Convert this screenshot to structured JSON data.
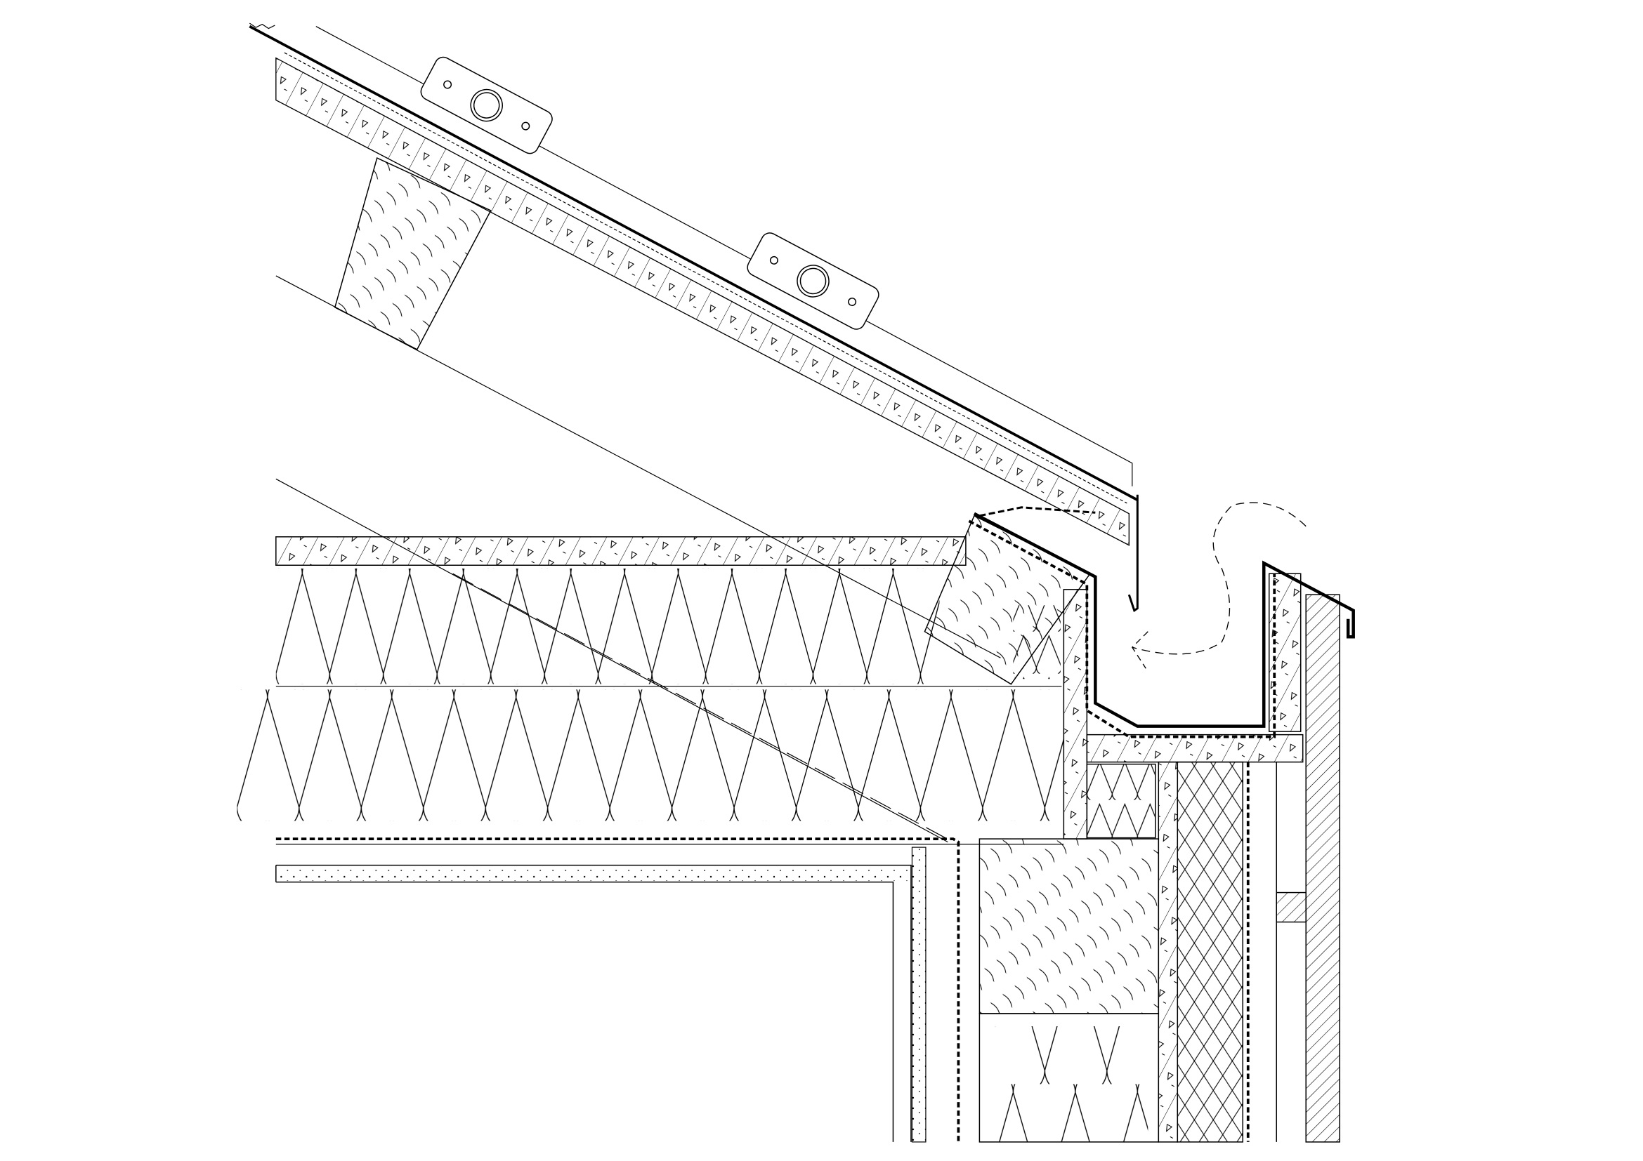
{
  "drawing": {
    "kind": "eaves-gutter-construction-detail",
    "colors": {
      "stroke": "#000000",
      "background": "#ffffff"
    },
    "components": [
      "roof-covering",
      "roof-sheathing",
      "tile-clip",
      "rafter",
      "ceiling-board",
      "roof-insulation",
      "vapour-barrier",
      "plasterboard",
      "wall-plate-beam",
      "box-gutter",
      "wall-insulation",
      "cladding",
      "airflow-arrow"
    ]
  }
}
